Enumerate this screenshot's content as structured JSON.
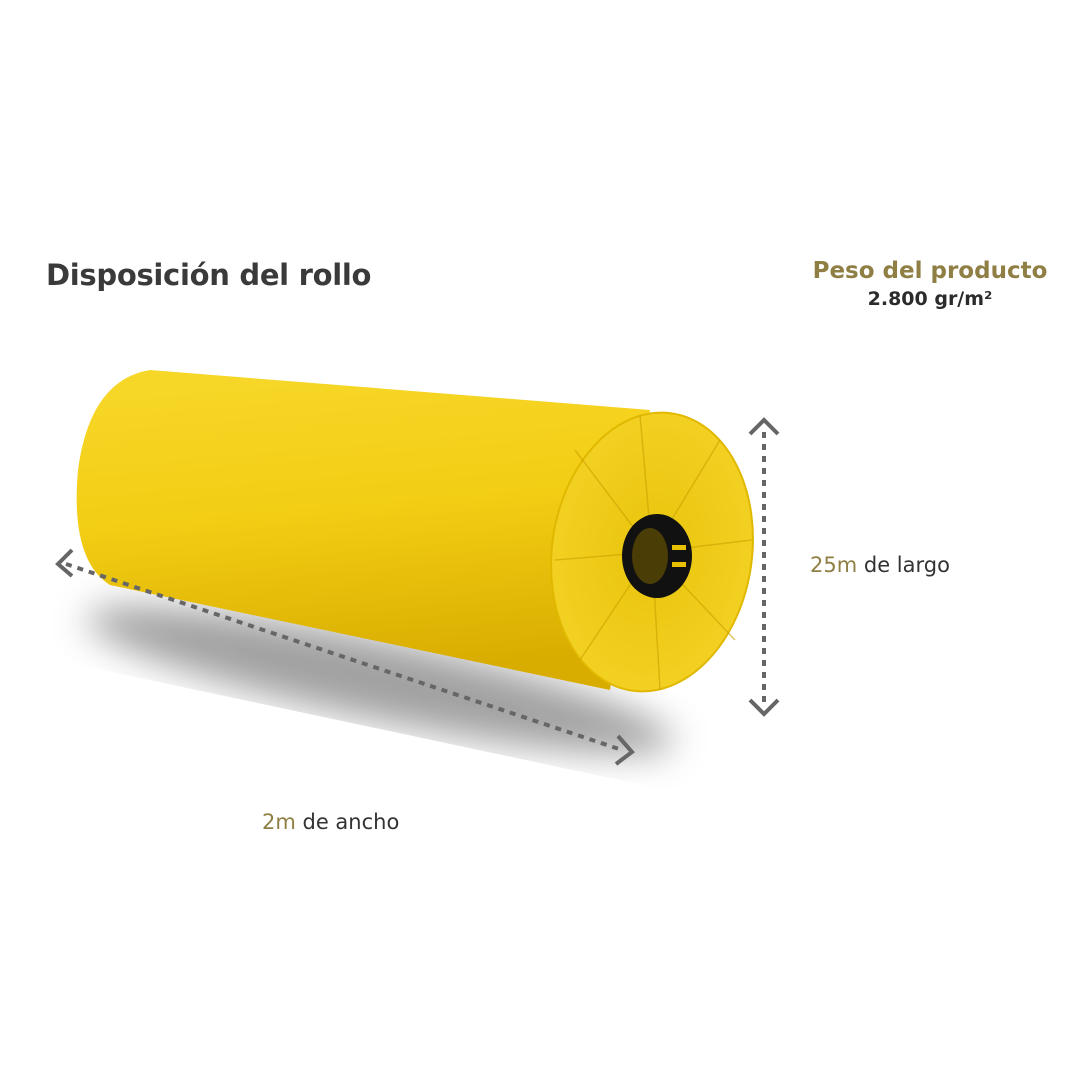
{
  "title": "Disposición del rollo",
  "weight": {
    "label": "Peso del producto",
    "value": "2.800 gr/m²"
  },
  "length": {
    "number": "25m",
    "text": " de largo"
  },
  "width": {
    "number": "2m",
    "text": " de ancho"
  },
  "colors": {
    "accent": "#8f7f45",
    "roll": "#f2cf1a",
    "text": "#333333"
  },
  "icons": [
    "double-arrow-vertical-icon",
    "double-arrow-diagonal-icon"
  ]
}
